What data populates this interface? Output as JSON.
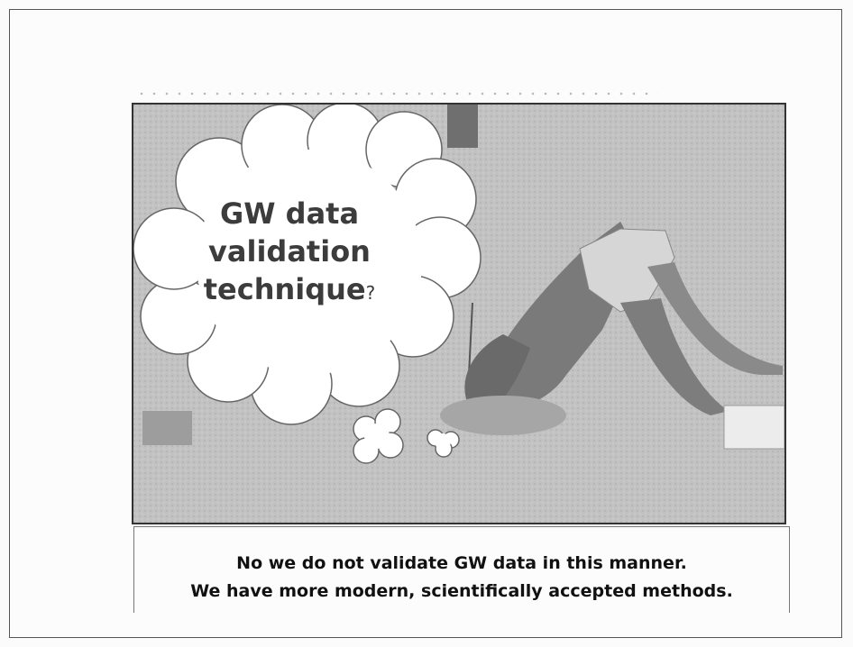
{
  "bubble": {
    "line1": "GW data",
    "line2": "validation",
    "line3": "technique",
    "mark": "?"
  },
  "caption": {
    "line1": "No we do not validate GW data in this manner.",
    "line2": "We have more modern, scientifically  accepted  methods."
  },
  "photo": {
    "subject": "person-with-head-in-ground"
  },
  "colors": {
    "ground": "#bdbdbd",
    "border": "#333333",
    "text": "#111111",
    "bubble_fill": "#ffffff"
  }
}
